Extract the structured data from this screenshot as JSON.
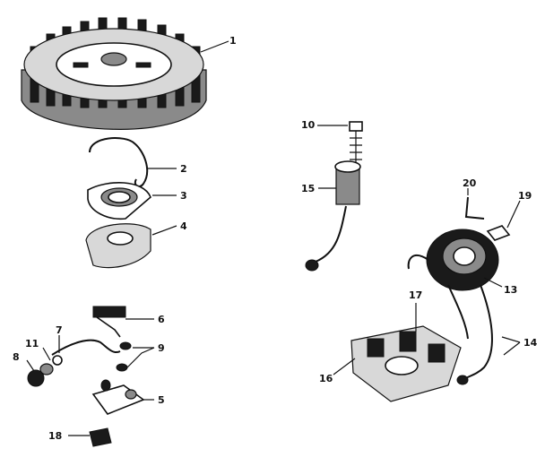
{
  "diagram": {
    "callouts": {
      "c1": "1",
      "c2": "2",
      "c3": "3",
      "c4": "4",
      "c5": "5",
      "c6": "6",
      "c7": "7",
      "c8": "8",
      "c9": "9",
      "c10": "10",
      "c11": "11",
      "c13": "13",
      "c14": "14",
      "c15": "15",
      "c16": "16",
      "c17": "17",
      "c18": "18",
      "c19": "19",
      "c20": "20"
    }
  }
}
